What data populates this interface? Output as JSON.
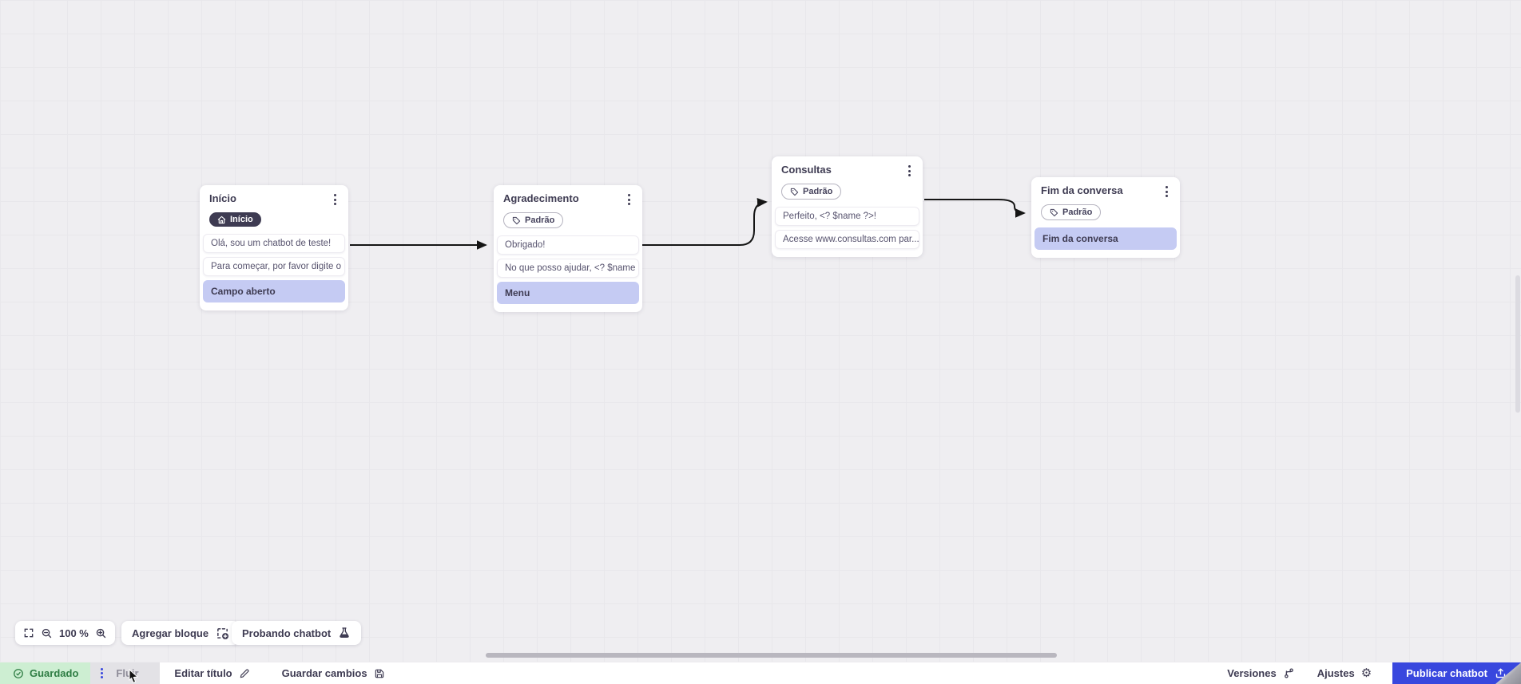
{
  "canvas": {
    "zoom_level": "100 %"
  },
  "nodes": {
    "inicio": {
      "title": "Início",
      "badge": "Início",
      "messages": [
        "Olá, sou um chatbot de teste!",
        "Para começar, por favor digite o ..."
      ],
      "action": "Campo aberto"
    },
    "agradecimento": {
      "title": "Agradecimento",
      "badge": "Padrão",
      "messages": [
        "Obrigado!",
        "No que posso ajudar, <? $name ..."
      ],
      "action": "Menu"
    },
    "consultas": {
      "title": "Consultas",
      "badge": "Padrão",
      "messages": [
        "Perfeito, <? $name ?>!",
        "Acesse www.consultas.com par..."
      ]
    },
    "fim": {
      "title": "Fim da conversa",
      "badge": "Padrão",
      "action": "Fim da conversa"
    }
  },
  "toolbar": {
    "zoom_value": "100 %",
    "add_block_label": "Agregar bloque",
    "test_chatbot_label": "Probando chatbot"
  },
  "bottom_bar": {
    "saved_status": "Guardado",
    "flow_tab_label": "Fluir",
    "edit_title_label": "Editar título",
    "save_changes_label": "Guardar cambios",
    "versions_label": "Versiones",
    "settings_label": "Ajustes",
    "publish_label": "Publicar chatbot"
  },
  "icons": {
    "home": "house-glyph",
    "tag": "label-outline",
    "kebab": "three-vertical-dots",
    "fit_screen": "corner-brackets",
    "zoom_out": "magnifier-minus",
    "zoom_in": "magnifier-plus",
    "add_block": "dashed-square-plus",
    "test_flask": "flask",
    "saved_check": "check-circle",
    "edit": "pencil",
    "save": "floppy-disk",
    "versions": "git-branch",
    "settings": "⚙",
    "publish": "upload-tray"
  },
  "colors": {
    "accent_blue": "#3847de",
    "highlight_lavender": "#c5cbf3",
    "dark_navy": "#3e3b52",
    "saved_green_bg": "#cdeed2",
    "saved_green_text": "#2f7d44",
    "canvas_bg": "#efeef1",
    "edge_black": "#151515"
  }
}
